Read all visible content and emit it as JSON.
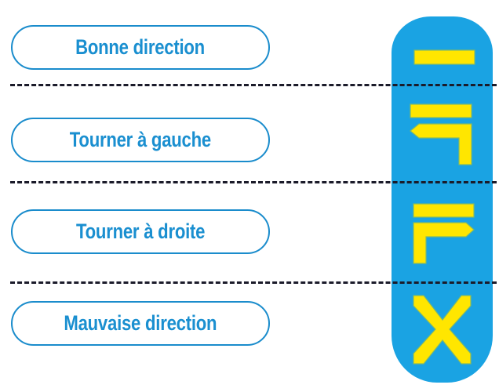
{
  "legend": {
    "items": [
      {
        "label": "Bonne direction",
        "glyph": "straight-bar-icon"
      },
      {
        "label": "Tourner à gauche",
        "glyph": "turn-left-icon"
      },
      {
        "label": "Tourner à droite",
        "glyph": "turn-right-icon"
      },
      {
        "label": "Mauvaise direction",
        "glyph": "cross-icon"
      }
    ]
  },
  "colors": {
    "label_text": "#1a8fd0",
    "label_border": "#1a8ccc",
    "signal_background": "#1aa3e3",
    "glyph_fill": "#ffe600",
    "divider": "#1b1b2a"
  }
}
